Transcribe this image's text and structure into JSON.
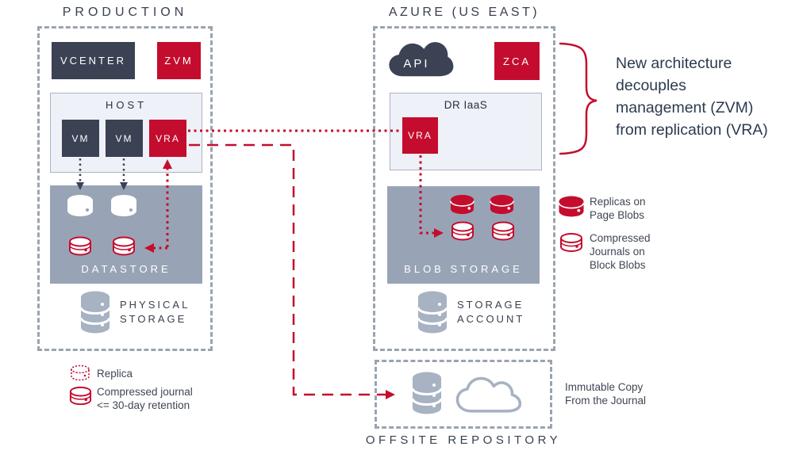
{
  "colors": {
    "red": "#c40d2e",
    "navy": "#3a4254",
    "gray_fill": "#98a4b6",
    "light_fill": "#eef1f7",
    "light_border": "#aab5c3",
    "dashed_border": "#9aa4ae",
    "icon_gray": "#a7b2c2",
    "text_dark": "#39414f",
    "text_gray": "#3f4654"
  },
  "production": {
    "title": "PRODUCTION",
    "vcenter_label": "VCENTER",
    "zvm_label": "ZVM",
    "host_label": "HOST",
    "vm1_label": "VM",
    "vm2_label": "VM",
    "vra_label": "VRA",
    "datastore_label": "DATASTORE",
    "physical_storage_label": "PHYSICAL\nSTORAGE"
  },
  "azure": {
    "title": "AZURE (US EAST)",
    "api_label": "API",
    "zca_label": "ZCA",
    "dr_iaas_label": "DR IaaS",
    "vra_label": "VRA",
    "blob_storage_label": "BLOB STORAGE",
    "storage_account_label": "STORAGE\nACCOUNT"
  },
  "offsite": {
    "title": "OFFSITE REPOSITORY"
  },
  "annotations": {
    "decouples_note": "New architecture\ndecouples\nmanagement (ZVM)\nfrom replication (VRA)",
    "immutable_note": "Immutable Copy\nFrom the Journal"
  },
  "legend_right": {
    "replicas_label": "Replicas on\nPage Blobs",
    "journals_label": "Compressed\nJournals on\nBlock Blobs"
  },
  "legend_left": {
    "replica_label": "Replica",
    "journal_label": "Compressed journal\n<= 30-day retention"
  }
}
